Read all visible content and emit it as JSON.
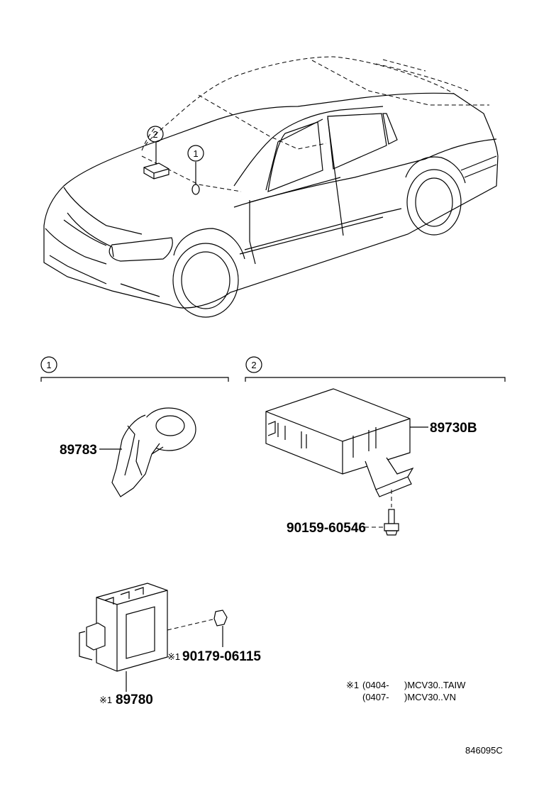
{
  "callouts": {
    "car_1": "1",
    "car_2": "2",
    "group_1": "1",
    "group_2": "2"
  },
  "parts": {
    "p89783": "89783",
    "p89730B": "89730B",
    "p90159": "90159-60546",
    "p90179": "90179-06115",
    "p89780": "89780",
    "mark_90179": "※1",
    "mark_89780": "※1"
  },
  "notes": {
    "line1_mark": "※1",
    "line1_range": "(0404-",
    "line1_model": ")MCV30..TAIW",
    "line2_range": "(0407-",
    "line2_model": ")MCV30..VN"
  },
  "figure_code": "846095C"
}
